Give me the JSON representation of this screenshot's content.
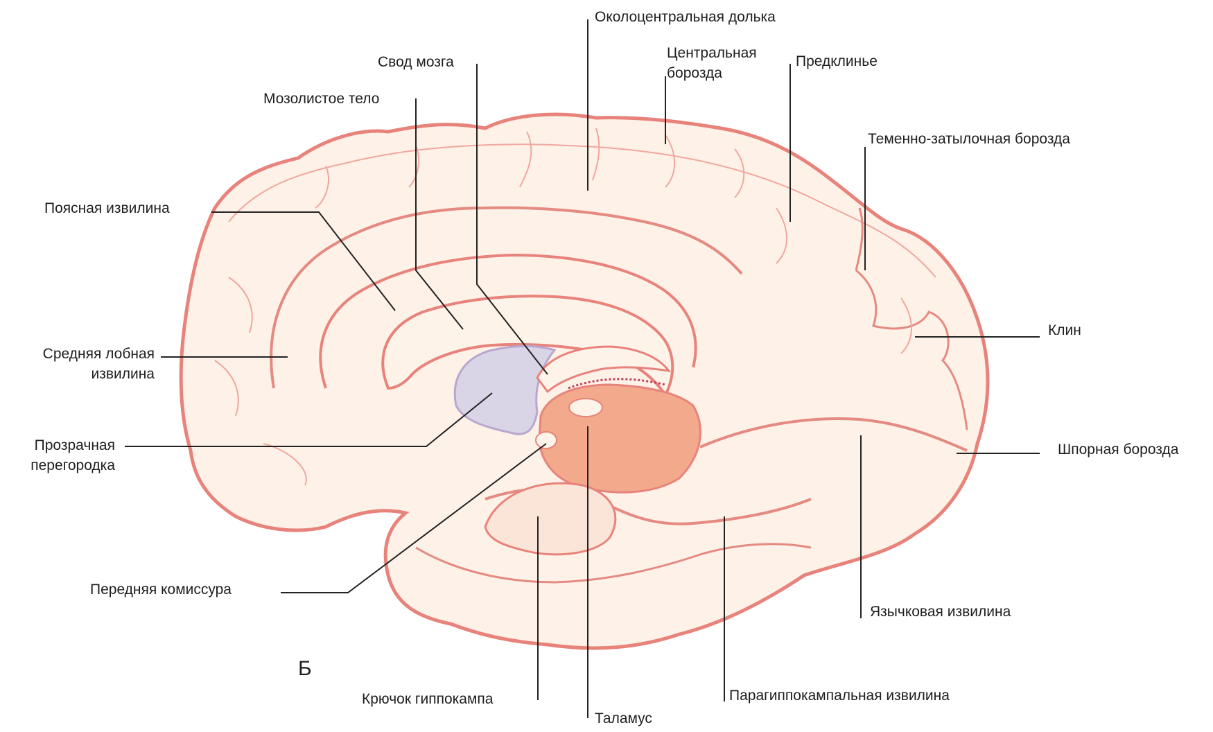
{
  "figure": {
    "panel_letter": "Б",
    "colors": {
      "cortex_fill": "#fdf1e8",
      "cortex_outline": "#e8837b",
      "sulcus_line": "#e48a80",
      "gyrus_line": "#f0a79e",
      "septum_fill": "#d9d4e6",
      "thalamus_fill": "#f2a98c",
      "leader_line": "#222222"
    },
    "labels": {
      "paracentral_lobule": "Околоцентральная долька",
      "fornix": "Свод мозга",
      "central_sulcus": "Центральная\nборозда",
      "precuneus": "Предклинье",
      "corpus_callosum": "Мозолистое тело",
      "parieto_occipital_sulcus": "Теменно-затылочная борозда",
      "cingulate_gyrus": "Поясная извилина",
      "cuneus": "Клин",
      "middle_frontal_gyrus": "Средняя лобная\nизвилина",
      "septum_pellucidum": "Прозрачная\nперегородка",
      "calcarine_sulcus": "Шпорная борозда",
      "anterior_commissure": "Передняя комиссура",
      "lingual_gyrus": "Язычковая извилина",
      "uncus": "Крючок гиппокампа",
      "parahippocampal_gyrus": "Парагиппокампальная извилина",
      "thalamus": "Таламус"
    }
  }
}
